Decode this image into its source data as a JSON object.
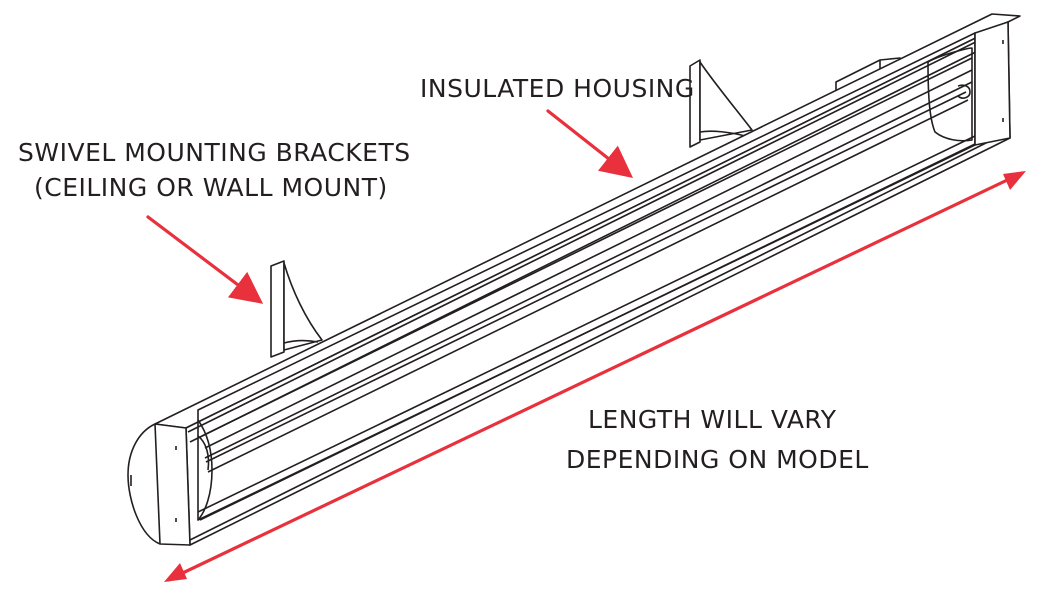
{
  "labels": {
    "insulated_housing": "INSULATED HOUSING",
    "brackets_line1": "SWIVEL MOUNTING BRACKETS",
    "brackets_line2": "(CEILING OR WALL MOUNT)",
    "length_line1": "LENGTH WILL VARY",
    "length_line2": "DEPENDING ON MODEL"
  },
  "colors": {
    "arrow": "#e8313c",
    "line": "#231f20",
    "background": "#ffffff"
  }
}
